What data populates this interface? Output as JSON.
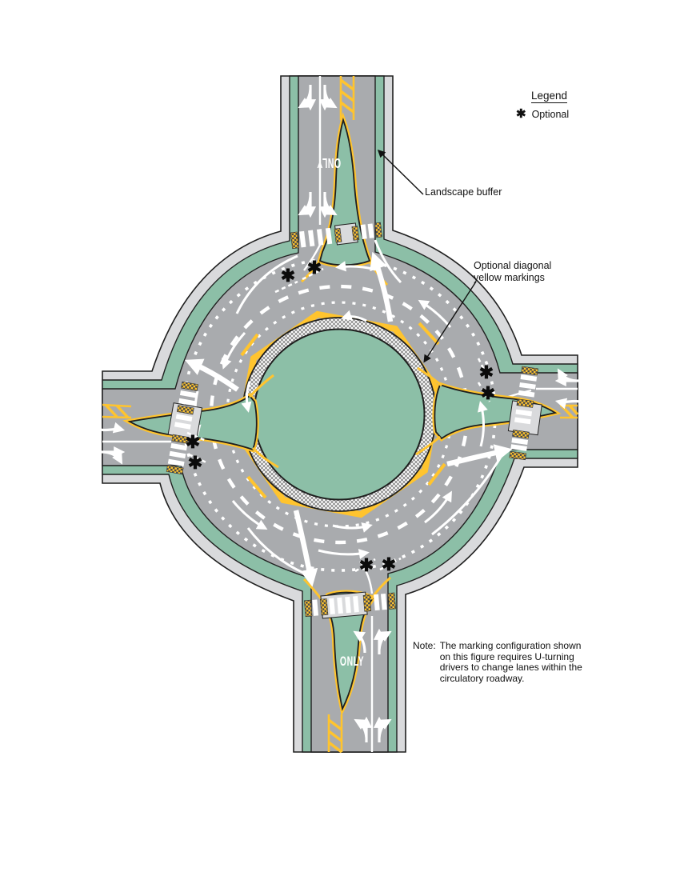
{
  "diagram": {
    "title_hint": "Multilane roundabout pavement marking plan",
    "legend": {
      "title": "Legend",
      "symbol": "✱",
      "optional_label": "Optional"
    },
    "labels": {
      "landscape_buffer": "Landscape buffer",
      "optional_diagonal_line1": "Optional diagonal",
      "optional_diagonal_line2": "yellow markings"
    },
    "note": {
      "label": "Note:",
      "lines": [
        "The marking configuration shown",
        "on this figure requires U-turning",
        "drivers to change lanes within the",
        "circulatory roadway."
      ]
    },
    "road_text": {
      "only": "ONLY"
    },
    "optional_marker_symbol": "✱",
    "colors": {
      "roadway": "#A9ABAE",
      "sidewalk": "#D9DADC",
      "landscape": "#8CBFA7",
      "yellow": "#FFC42E",
      "white": "#FFFFFF",
      "outline": "#1F1F1F"
    }
  }
}
